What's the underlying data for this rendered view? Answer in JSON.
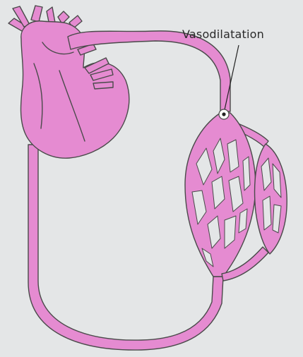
{
  "annotation": {
    "label": "Vasodilatation"
  },
  "colors": {
    "background": "#e4e6e7",
    "vessel_fill": "#e58bd1",
    "vessel_outline": "#4a4a4a",
    "leader_line": "#222222"
  },
  "parts": [
    "heart-icon",
    "aorta-vessel",
    "vena-cava-vessel",
    "capillary-bed",
    "dilated-vessel-marker"
  ]
}
